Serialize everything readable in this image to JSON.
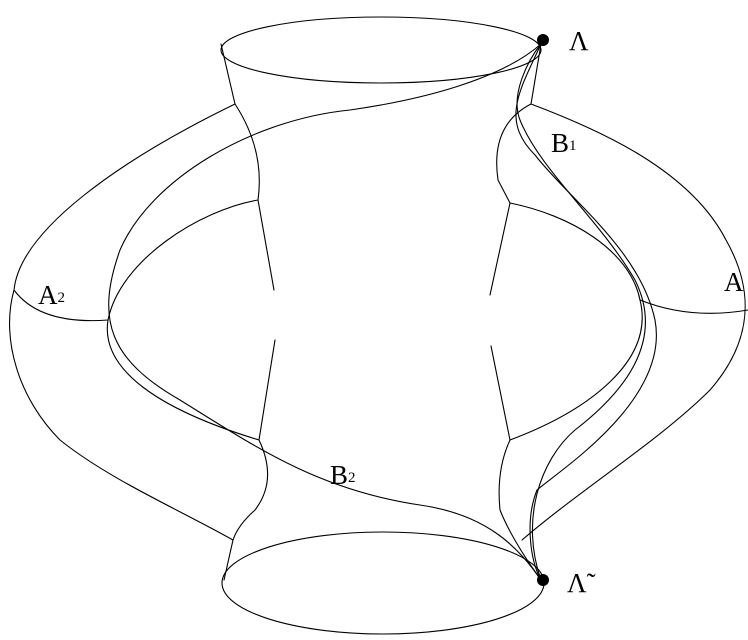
{
  "figure": {
    "labels": {
      "lambda_top": "Λ",
      "lambda_bottom": "Λ̃",
      "a1": {
        "main": "A",
        "sub": ""
      },
      "a2": {
        "main": "A",
        "sub": "2"
      },
      "b1": {
        "main": "B",
        "sub": "1"
      },
      "b2": {
        "main": "B",
        "sub": "2"
      }
    }
  }
}
